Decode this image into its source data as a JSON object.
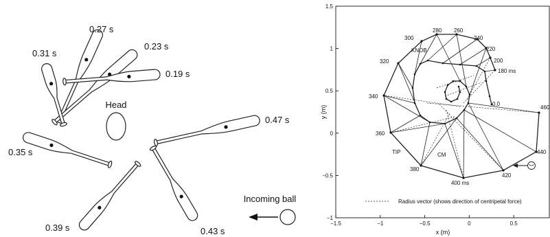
{
  "left_panel": {
    "bats": [
      {
        "time": "0.27 s"
      },
      {
        "time": "0.23 s"
      },
      {
        "time": "0.31 s"
      },
      {
        "time": "0.19 s"
      },
      {
        "time": "0.47 s"
      },
      {
        "time": "0.35 s"
      },
      {
        "time": "0.39 s"
      },
      {
        "time": "0.43 s"
      }
    ],
    "head_label": "Head",
    "incoming_ball_label": "Incoming ball"
  },
  "right_panel": {
    "xlabel": "x (m)",
    "ylabel": "y (m)",
    "x_ticks": [
      "−1.5",
      "−1",
      "−0.5",
      "0",
      "0.5"
    ],
    "y_ticks": [
      "1.5",
      "1",
      "0.5",
      "0",
      "−0.5",
      "−1"
    ],
    "xlim": [
      -1.5,
      0.9
    ],
    "ylim": [
      -1.0,
      1.5
    ],
    "tip_labels": [
      "180 ms",
      "200",
      "220",
      "240",
      "260",
      "280",
      "300",
      "320",
      "340",
      "360",
      "380",
      "400 ms",
      "420",
      "440",
      "460"
    ],
    "point_labels": {
      "knob": "KNOB",
      "tip": "TIP",
      "cm": "CM",
      "start": "0.0"
    },
    "legend": "Radius vector (shows direction of centripetal force)"
  }
}
